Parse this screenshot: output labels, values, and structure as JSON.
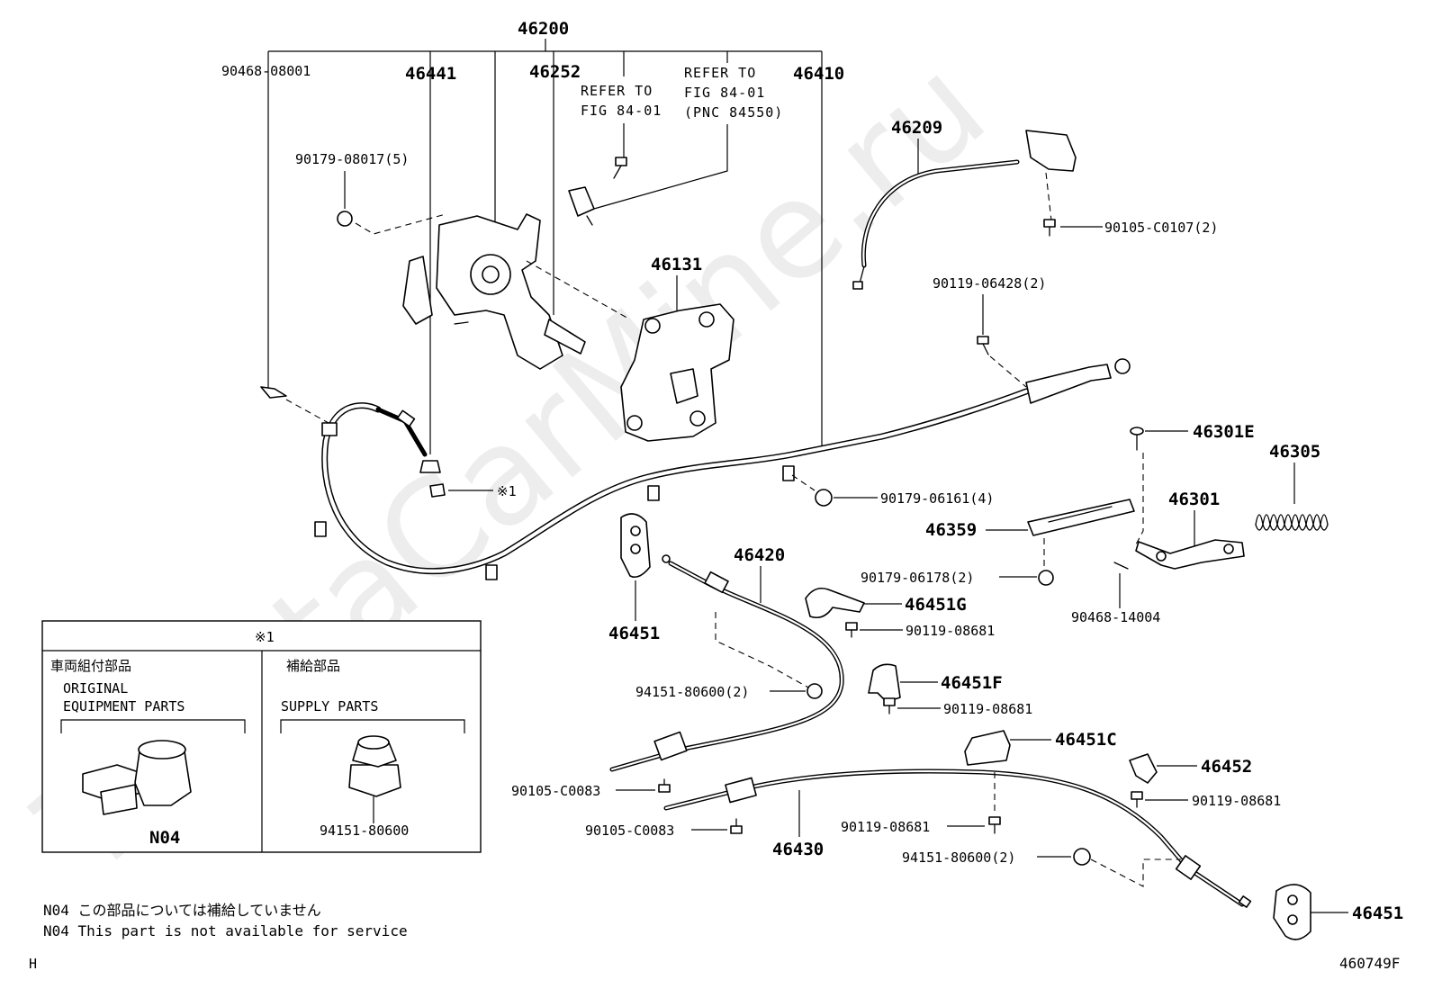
{
  "watermark": "ToyotaCarMine.ru",
  "labels": {
    "p46200": "46200",
    "p90468_08001": "90468-08001",
    "p46441": "46441",
    "p46252": "46252",
    "p46410": "46410",
    "ref1_line1": "REFER TO",
    "ref1_line2": "FIG 84-01",
    "ref2_line1": "REFER TO",
    "ref2_line2": "FIG 84-01",
    "ref2_line3": "(PNC 84550)",
    "p90179_08017": "90179-08017(5)",
    "p46131": "46131",
    "p46209": "46209",
    "p90105_C0107": "90105-C0107(2)",
    "p90119_06428": "90119-06428(2)",
    "p46301E": "46301E",
    "p46305": "46305",
    "p46301": "46301",
    "p46359": "46359",
    "p90179_06161": "90179-06161(4)",
    "p90179_06178": "90179-06178(2)",
    "p90468_14004": "90468-14004",
    "mark1": "※1",
    "p46420": "46420",
    "p46451_a": "46451",
    "p46451G": "46451G",
    "p90119_08681_a": "90119-08681",
    "p46451F": "46451F",
    "p90119_08681_b": "90119-08681",
    "p94151_80600_a": "94151-80600(2)",
    "p46451C": "46451C",
    "p46452": "46452",
    "p90119_08681_c": "90119-08681",
    "p90105_C0083_a": "90105-C0083",
    "p90105_C0083_b": "90105-C0083",
    "p90119_08681_d": "90119-08681",
    "p46430": "46430",
    "p94151_80600_b": "94151-80600(2)",
    "p46451_b": "46451"
  },
  "legend_box": {
    "title": "※1",
    "left_header": "車両組付部品",
    "left_line1": "ORIGINAL",
    "left_line2": "EQUIPMENT PARTS",
    "left_code": "N04",
    "right_header": "補給部品",
    "right_line1": "SUPPLY PARTS",
    "right_code": "94151-80600"
  },
  "notes": {
    "jp": "N04 この部品については補給していません",
    "en": "N04 This part is not available for service"
  },
  "footer": {
    "left_mark": "H",
    "figure_id": "460749F"
  }
}
